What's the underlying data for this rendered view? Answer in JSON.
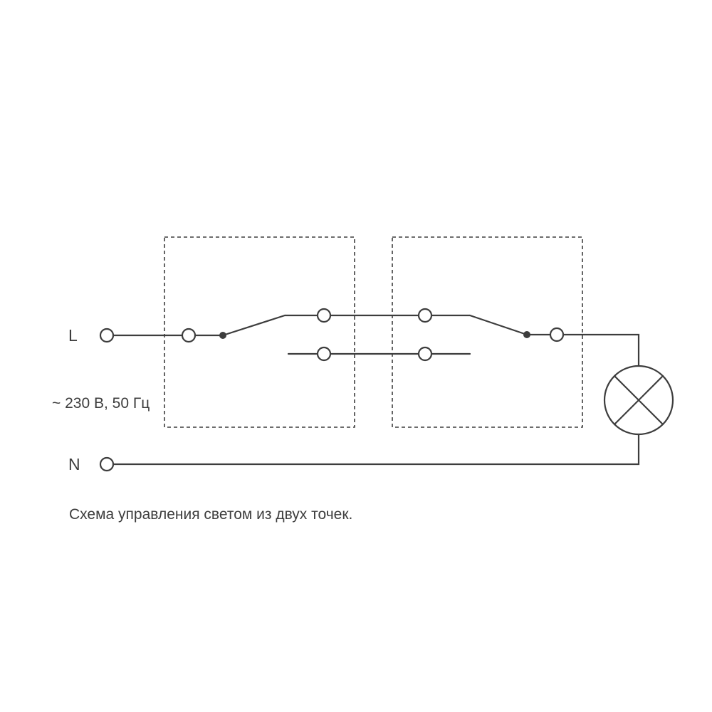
{
  "diagram": {
    "line_label": "L",
    "neutral_label": "N",
    "voltage_label": "~ 230 В, 50 Гц",
    "caption": "Схема управления светом из двух точек.",
    "colors": {
      "line": "#3d3d3d",
      "background": "#ffffff"
    }
  }
}
